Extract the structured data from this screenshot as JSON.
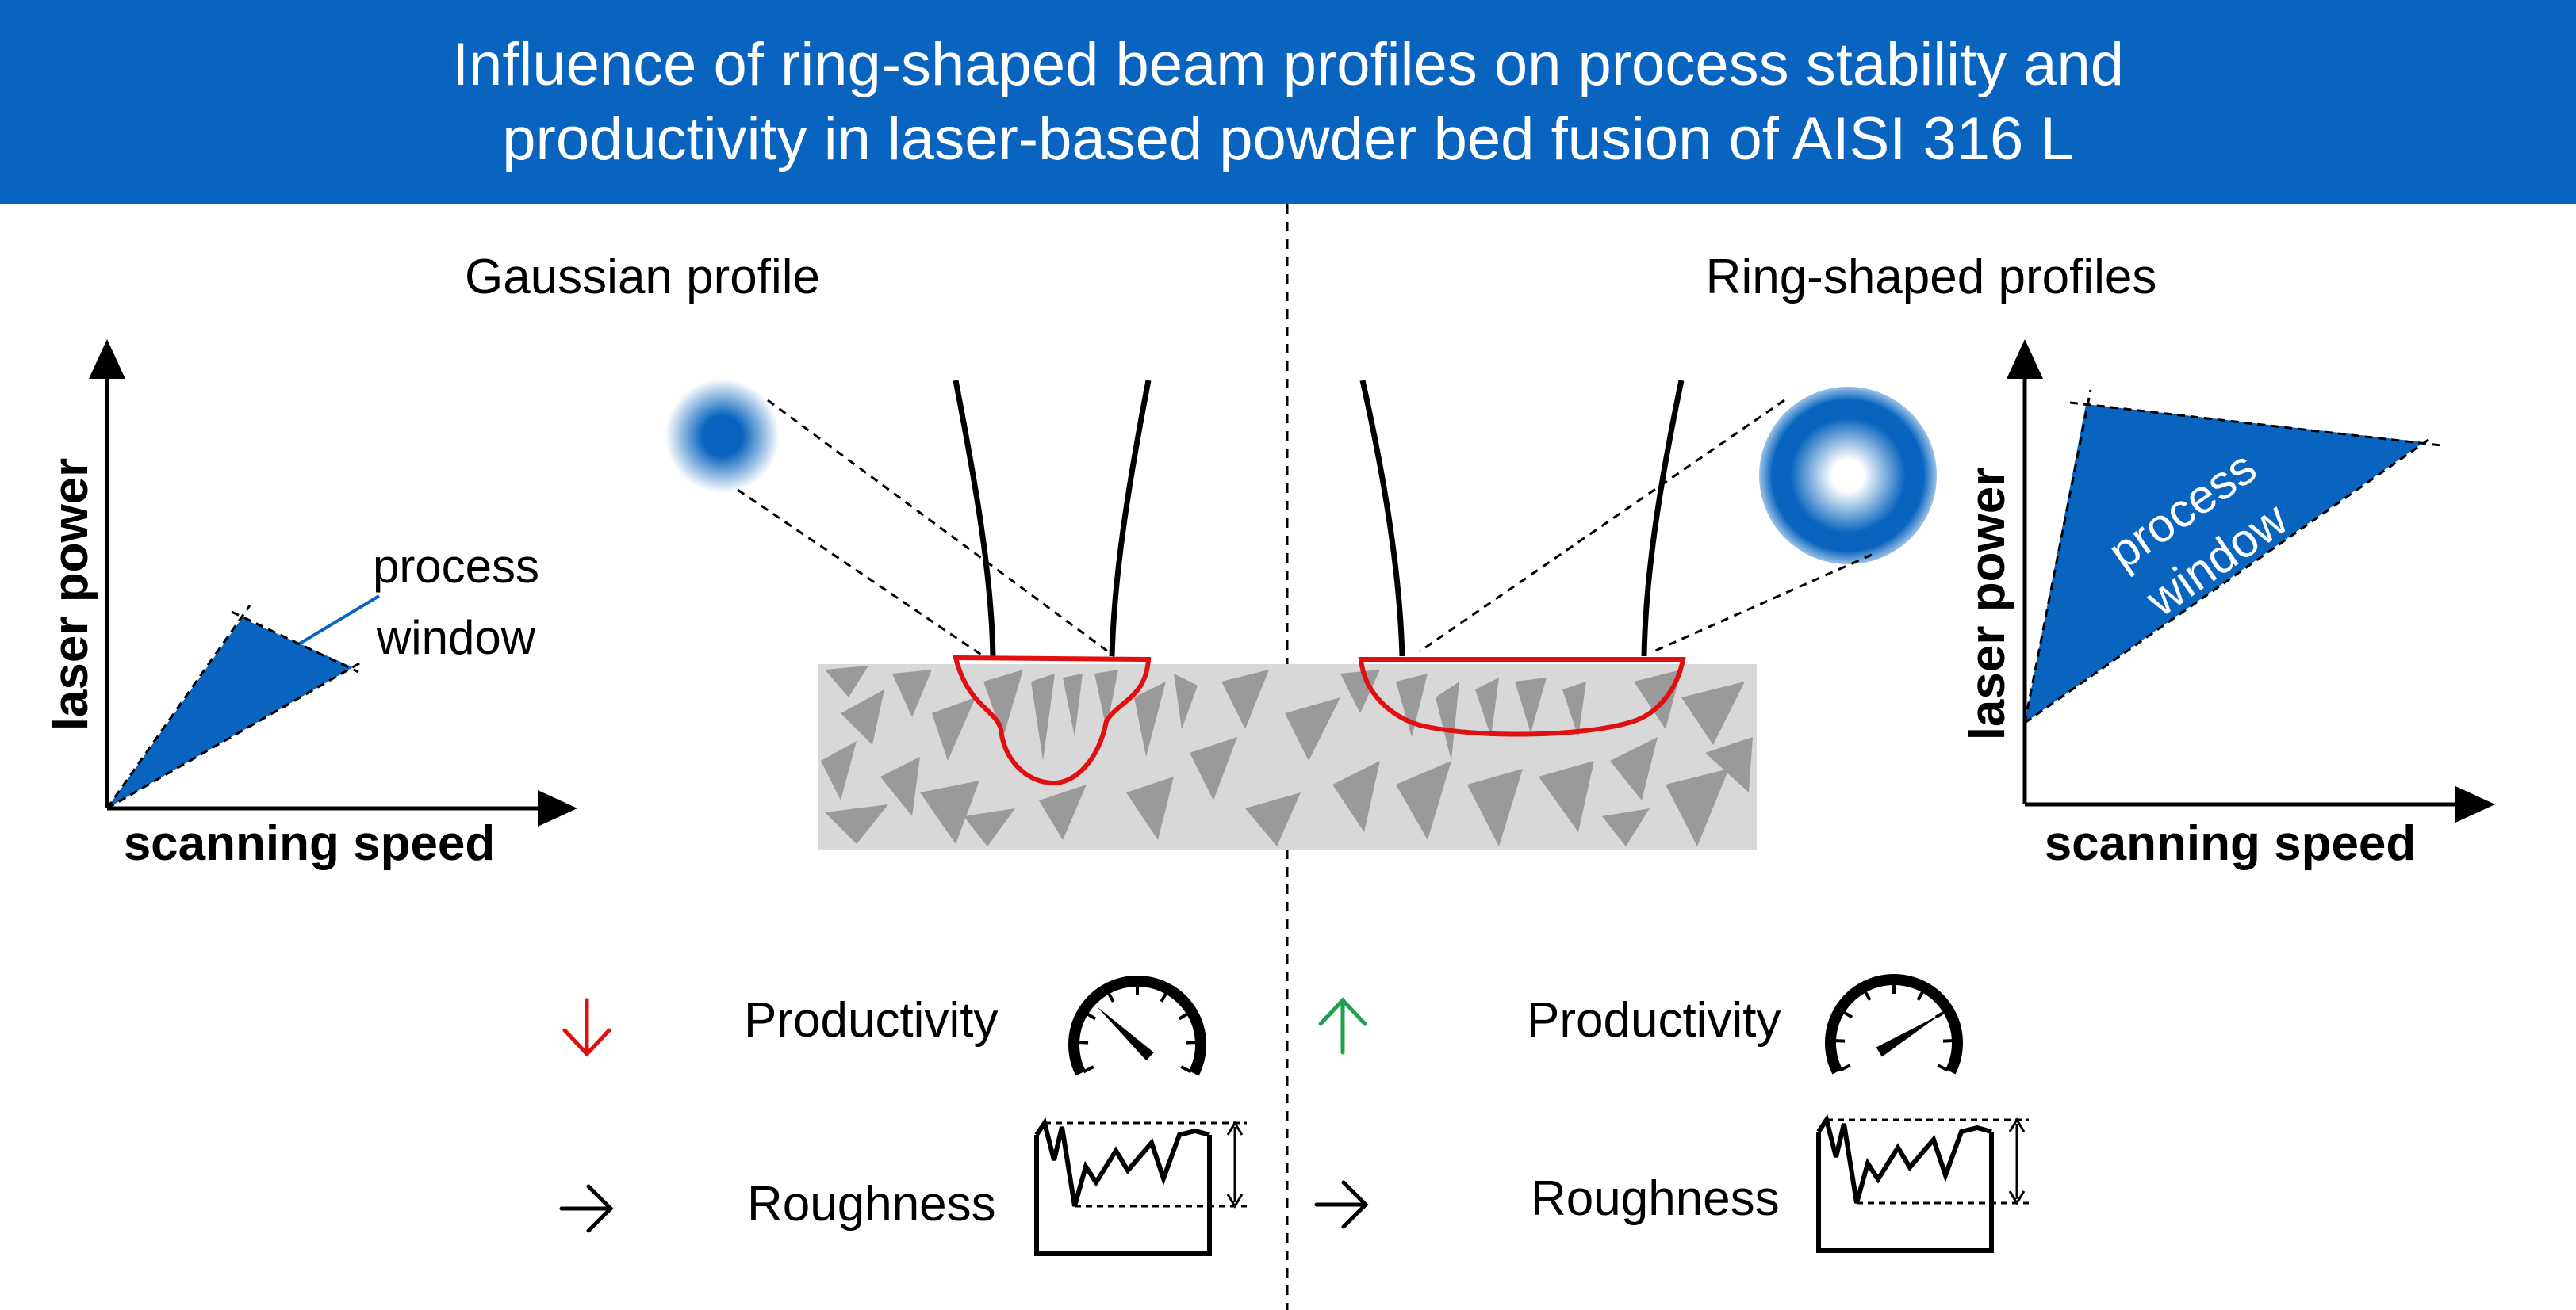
{
  "title": {
    "line1": "Influence of ring-shaped beam profiles on process stability and",
    "line2": "productivity in laser-based powder bed fusion of AISI 316 L"
  },
  "left": {
    "heading": "Gaussian profile",
    "graph": {
      "y_label": "laser power",
      "x_label": "scanning speed",
      "annotation_line1": "process",
      "annotation_line2": "window"
    },
    "productivity": {
      "label": "Productivity",
      "trend": "down",
      "gauge_level": 0.3
    },
    "roughness": {
      "label": "Roughness",
      "trend": "equal"
    }
  },
  "right": {
    "heading": "Ring-shaped profiles",
    "graph": {
      "y_label": "laser power",
      "x_label": "scanning speed",
      "window_line1": "process",
      "window_line2": "window"
    },
    "productivity": {
      "label": "Productivity",
      "trend": "up",
      "gauge_level": 0.75
    },
    "roughness": {
      "label": "Roughness",
      "trend": "equal"
    }
  },
  "colors": {
    "brand_blue": "#0864be",
    "melt_pool": "#e01010",
    "down_arrow": "#e01010",
    "up_arrow": "#1fa04a",
    "powder_bed": "#d8d8d8",
    "particles": "#9a9a9a"
  },
  "icons": {
    "gauge": "speedometer-icon",
    "roughness": "surface-profile-icon",
    "trend_down": "arrow-down-icon",
    "trend_up": "arrow-up-icon",
    "trend_equal": "arrow-right-icon"
  }
}
